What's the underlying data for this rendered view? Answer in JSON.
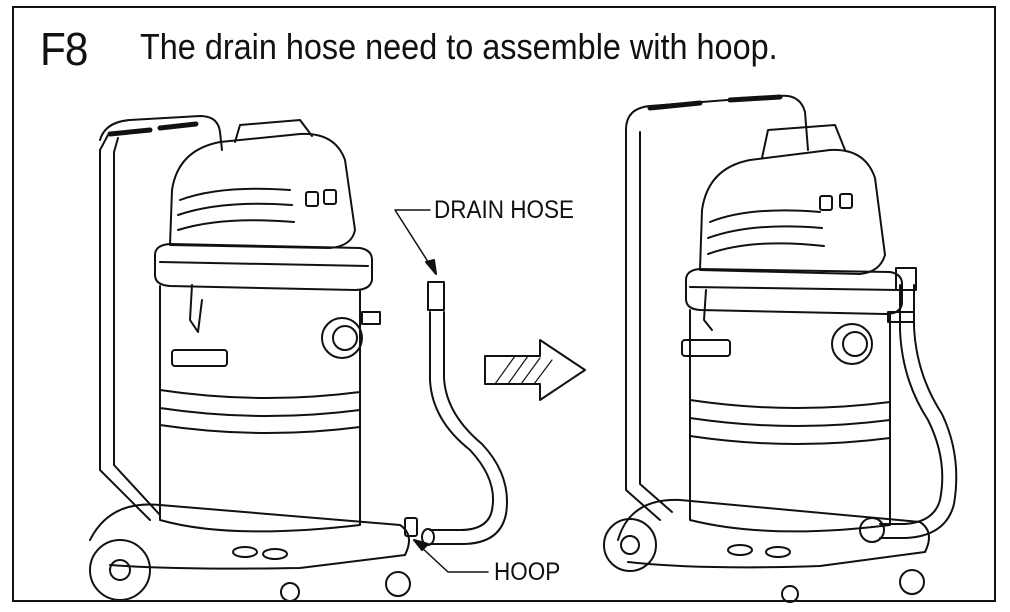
{
  "step": {
    "number": "F8",
    "title": "The drain hose need to assemble with hoop."
  },
  "callouts": {
    "drain_hose": "DRAIN HOSE",
    "hoop": "HOOP"
  },
  "colors": {
    "line": "#111111",
    "background": "#ffffff"
  },
  "figures": {
    "before": "vacuum-before-assembly",
    "arrow": "arrow-right-icon",
    "after": "vacuum-after-assembly"
  }
}
